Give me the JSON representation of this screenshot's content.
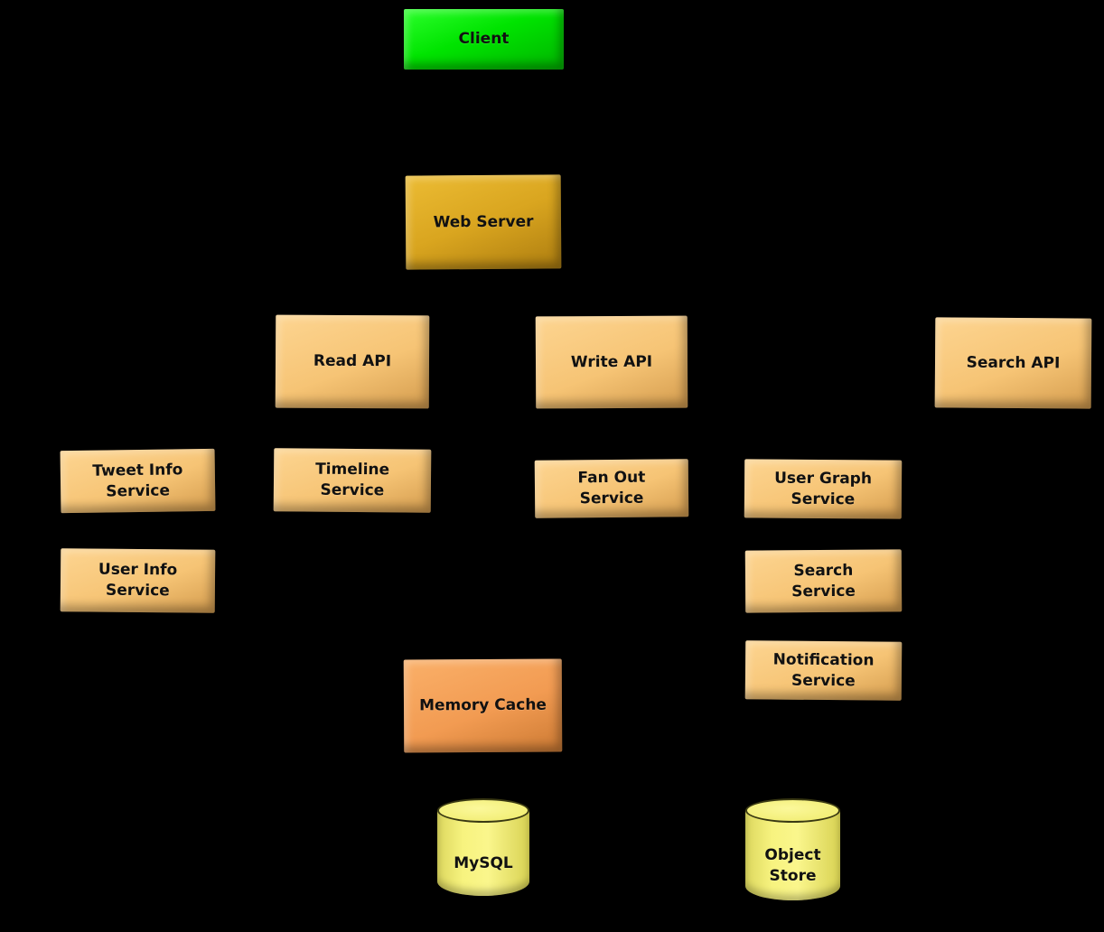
{
  "diagram": {
    "title": "System architecture diagram",
    "background_color": "#000000",
    "colors": {
      "client_box": "#00e400",
      "web_server_box": "#d9a51f",
      "service_box": "#f6c475",
      "memory_cache_box": "#f29b52",
      "datastore_cylinder": "#f3ef79",
      "label_text": "#111111"
    },
    "nodes": {
      "client": {
        "label": "Client",
        "type": "box"
      },
      "web_server": {
        "label": "Web Server",
        "type": "box"
      },
      "read_api": {
        "label": "Read API",
        "type": "box"
      },
      "write_api": {
        "label": "Write API",
        "type": "box"
      },
      "search_api": {
        "label": "Search API",
        "type": "box"
      },
      "tweet_info_service": {
        "label": "Tweet Info\nService",
        "type": "box"
      },
      "timeline_service": {
        "label": "Timeline\nService",
        "type": "box"
      },
      "fan_out_service": {
        "label": "Fan Out\nService",
        "type": "box"
      },
      "user_graph_service": {
        "label": "User Graph\nService",
        "type": "box"
      },
      "user_info_service": {
        "label": "User Info\nService",
        "type": "box"
      },
      "search_service": {
        "label": "Search\nService",
        "type": "box"
      },
      "notification_service": {
        "label": "Notification\nService",
        "type": "box"
      },
      "memory_cache": {
        "label": "Memory Cache",
        "type": "box"
      },
      "mysql": {
        "label": "MySQL",
        "type": "cylinder"
      },
      "object_store": {
        "label": "Object\nStore",
        "type": "cylinder"
      }
    }
  }
}
